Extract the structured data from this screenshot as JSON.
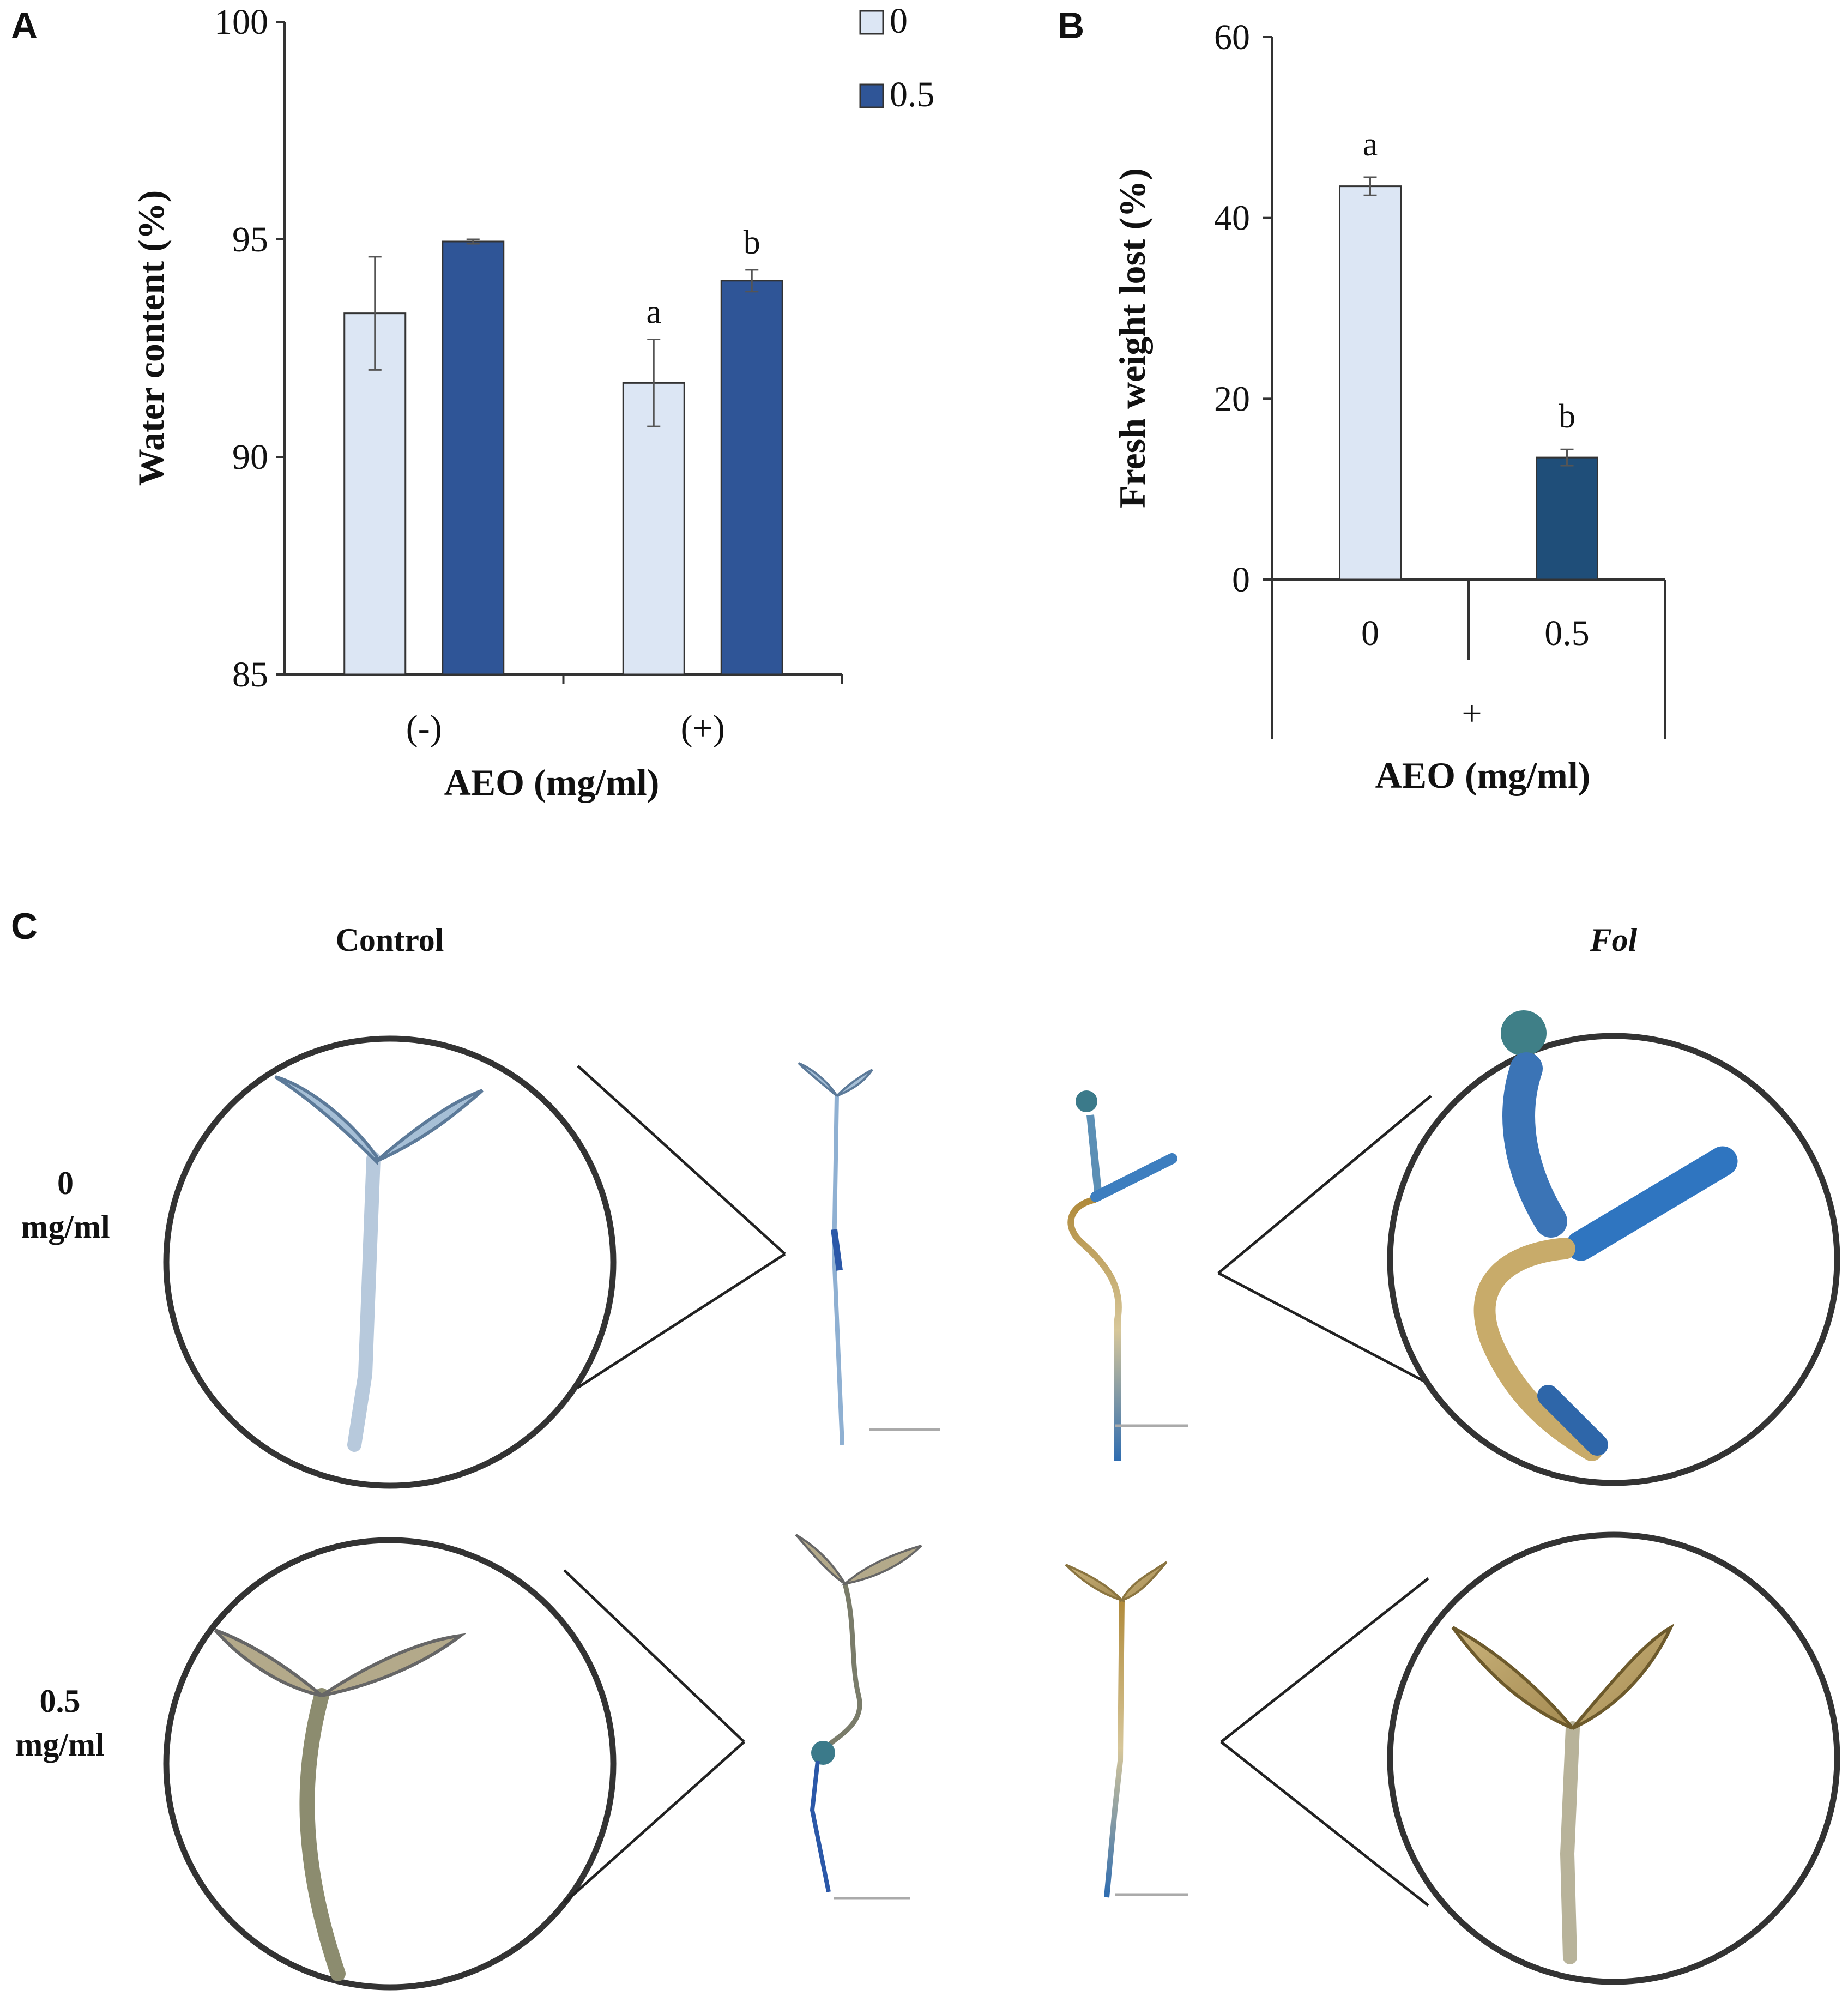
{
  "panels": {
    "a": "A",
    "b": "B",
    "c": "C"
  },
  "chart_data": [
    {
      "type": "bar",
      "panel": "A",
      "categories": [
        "(-)",
        "(+)"
      ],
      "series": [
        {
          "name": "0",
          "values": [
            93.3,
            91.7
          ],
          "errors": [
            1.3,
            1.0
          ],
          "color": "#dce6f4"
        },
        {
          "name": "0.5",
          "values": [
            94.95,
            94.05
          ],
          "errors": [
            0.05,
            0.25
          ],
          "color": "#2f5597"
        }
      ],
      "letters": [
        [
          "",
          "a"
        ],
        [
          "",
          "b"
        ]
      ],
      "ylim": [
        85,
        100
      ],
      "yticks": [
        "85",
        "90",
        "95",
        "100"
      ],
      "ylabel": "Water content (%)",
      "xlabel": "AEO (mg/ml)",
      "legend": "top-right",
      "grid": false
    },
    {
      "type": "bar",
      "panel": "B",
      "categories": [
        "0",
        "0.5"
      ],
      "group_label": "+",
      "values": [
        43.5,
        13.5
      ],
      "errors": [
        1.0,
        0.9
      ],
      "letters": [
        "a",
        "b"
      ],
      "colors": [
        "#dce6f4",
        "#1f4e79"
      ],
      "ylim": [
        0,
        60
      ],
      "yticks": [
        "0",
        "20",
        "40",
        "60"
      ],
      "ylabel": "Fresh weight lost (%)",
      "xlabel": "AEO (mg/ml)",
      "grid": false
    }
  ],
  "panel_c": {
    "col_control": "Control",
    "col_fol": "Fol",
    "row1_a": "0",
    "row1_b": "mg/ml",
    "row2_a": "0.5",
    "row2_b": "mg/ml"
  }
}
